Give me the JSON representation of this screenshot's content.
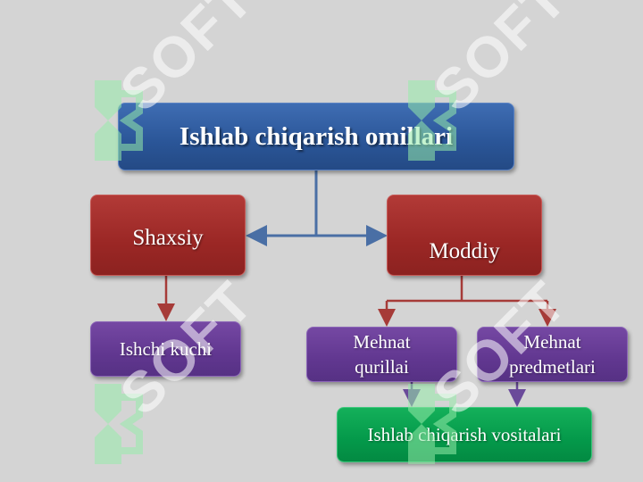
{
  "watermark": {
    "text": "SOFT"
  },
  "diagram": {
    "root": {
      "label": "Ishlab chiqarish omillari"
    },
    "left": {
      "label": "Shaxsiy"
    },
    "right": {
      "label": "Moddiy"
    },
    "left_child": {
      "label": "Ishchi kuchi"
    },
    "right_child_1": {
      "label_line1": "Mehnat",
      "label_line2": "qurillai"
    },
    "right_child_2": {
      "label_line1": "Mehnat",
      "label_line2": "predmetlari"
    },
    "bottom": {
      "label": "Ishlab chiqarish vositalari"
    }
  },
  "colors": {
    "blue_connector": "#4a6fa5",
    "red_connector": "#a63b38",
    "purple_connector": "#6a4a9a"
  }
}
